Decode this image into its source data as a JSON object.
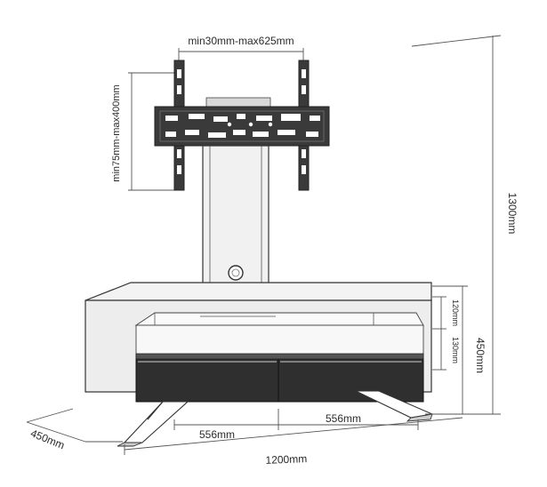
{
  "dimensions": {
    "bracket_span": "min30mm-max625mm",
    "bracket_height": "min75mm-max400mm",
    "total_height": "1300mm",
    "cabinet_height": "450mm",
    "shelf_gap_top": "120mm",
    "shelf_gap_bottom": "130mm",
    "drawer_left": "556mm",
    "drawer_right": "556mm",
    "width": "1200mm",
    "depth": "450mm"
  },
  "colors": {
    "stroke": "#333333",
    "cabinet_fill": "#ededed",
    "bracket_fill": "#3a3a3a",
    "drawer_fill": "#2f2f2f"
  }
}
